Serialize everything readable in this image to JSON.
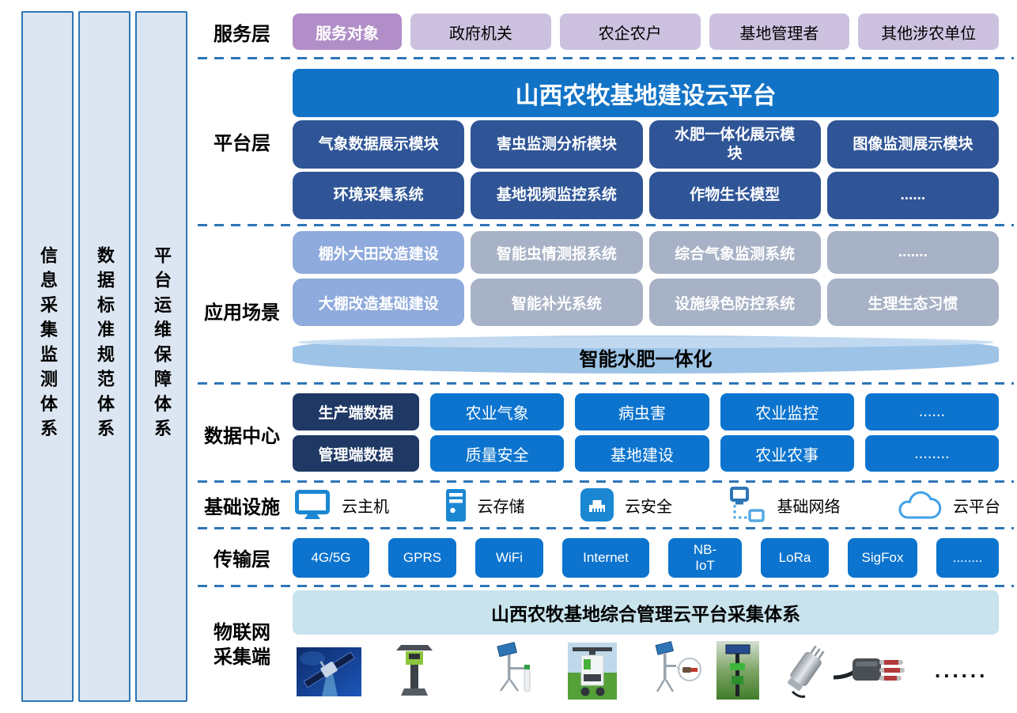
{
  "pillars": [
    {
      "label": "信息采集监测体系"
    },
    {
      "label": "数据标准规范体系"
    },
    {
      "label": "平台运维保障体系"
    }
  ],
  "service_layer": {
    "label": "服务层",
    "items": [
      {
        "label": "服务对象"
      },
      {
        "label": "政府机关"
      },
      {
        "label": "农企农户"
      },
      {
        "label": "基地管理者"
      },
      {
        "label": "其他涉农单位"
      }
    ]
  },
  "platform_layer": {
    "label": "平台层",
    "title": "山西农牧基地建设云平台",
    "modules_row1": [
      {
        "label": "气象数据展示模块"
      },
      {
        "label": "害虫监测分析模块"
      },
      {
        "label": "水肥一体化展示模\n块"
      },
      {
        "label": "图像监测展示模块"
      }
    ],
    "modules_row2": [
      {
        "label": "环境采集系统"
      },
      {
        "label": "基地视频监控系统"
      },
      {
        "label": "作物生长模型"
      },
      {
        "label": "......"
      }
    ]
  },
  "application_layer": {
    "label": "应用场景",
    "row1": [
      {
        "label": "棚外大田改造建设"
      },
      {
        "label": "智能虫情测报系统"
      },
      {
        "label": "综合气象监测系统"
      },
      {
        "label": "......."
      }
    ],
    "row2": [
      {
        "label": "大棚改造基础建设"
      },
      {
        "label": "智能补光系统"
      },
      {
        "label": "设施绿色防控系统"
      },
      {
        "label": "生理生态习惯"
      }
    ],
    "cylinder": "智能水肥一体化"
  },
  "data_center": {
    "label": "数据中心",
    "row1": [
      {
        "label": "生产端数据"
      },
      {
        "label": "农业气象"
      },
      {
        "label": "病虫害"
      },
      {
        "label": "农业监控"
      },
      {
        "label": "......"
      }
    ],
    "row2": [
      {
        "label": "管理端数据"
      },
      {
        "label": "质量安全"
      },
      {
        "label": "基地建设"
      },
      {
        "label": "农业农事"
      },
      {
        "label": "........"
      }
    ]
  },
  "infrastructure": {
    "label": "基础设施",
    "items": [
      {
        "icon": "monitor-icon",
        "label": "云主机"
      },
      {
        "icon": "server-icon",
        "label": "云存储"
      },
      {
        "icon": "ethernet-plug-icon",
        "label": "云安全"
      },
      {
        "icon": "network-nodes-icon",
        "label": "基础网络"
      },
      {
        "icon": "cloud-icon",
        "label": "云平台"
      }
    ]
  },
  "transmission_layer": {
    "label": "传输层",
    "items": [
      {
        "label": "4G/5G"
      },
      {
        "label": "GPRS"
      },
      {
        "label": "WiFi"
      },
      {
        "label": "Internet"
      },
      {
        "label": "NB-\nIoT"
      },
      {
        "label": "LoRa"
      },
      {
        "label": "SigFox"
      },
      {
        "label": "........"
      }
    ]
  },
  "iot_layer": {
    "label": "物联网\n采集端",
    "banner": "山西农牧基地综合管理云平台采集体系",
    "devices": [
      {
        "name": "satellite"
      },
      {
        "name": "solar-insect-lamp"
      },
      {
        "name": "soil-sensor-station"
      },
      {
        "name": "insect-monitor-station"
      },
      {
        "name": "solar-sensor-probe"
      },
      {
        "name": "field-monitor-station"
      },
      {
        "name": "soil-moisture-probe"
      },
      {
        "name": "soil-sensor-cable"
      }
    ],
    "ellipsis": "......"
  },
  "colors": {
    "pillar_fill": "#DCE6F2",
    "pillar_border": "#2E75B6",
    "service_primary": "#B18EC8",
    "service_secondary": "#CCC2DF",
    "platform_title_bg": "#1273C6",
    "module_navy": "#2F5597",
    "app_highlight": "#8FAADC",
    "app_gray": "#A7B2C6",
    "cylinder_fill": "#9DC3E6",
    "data_dark_navy": "#1F3864",
    "bright_blue": "#0C74CE",
    "iot_banner_fill": "#C8E3EC",
    "separator_blue": "#2E75B6"
  }
}
